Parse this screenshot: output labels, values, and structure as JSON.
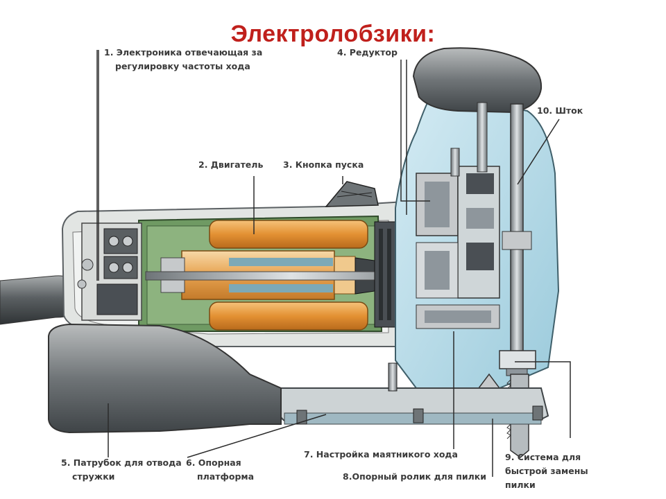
{
  "title": "Электролобзики:",
  "labels": {
    "electronics": [
      "1. Электроника отвечающая за",
      "регулировку частоты хода"
    ],
    "motor": "2. Двигатель",
    "start_button": "3. Кнопка пуска",
    "reducer": "4. Редуктор",
    "dust_port": [
      "5. Патрубок для отвода",
      "стружки"
    ],
    "base_plate": [
      "6. Опорная",
      "платформа"
    ],
    "pendulum": "7. Настройка маятникого хода",
    "support_roller": "8.Опорный ролик для пилки",
    "quick_change": [
      "9. Система для",
      "быстрой замены",
      "пилки"
    ],
    "plunger": "10. Шток"
  },
  "colors": {
    "title": "#c0201c",
    "housing": "#d4d8d6",
    "motor_bay": "#6f9a63",
    "coil": "#e8a34a",
    "gear_case": "#b9dbe8",
    "metal": "#8e969c",
    "dark": "#4a4f54"
  }
}
